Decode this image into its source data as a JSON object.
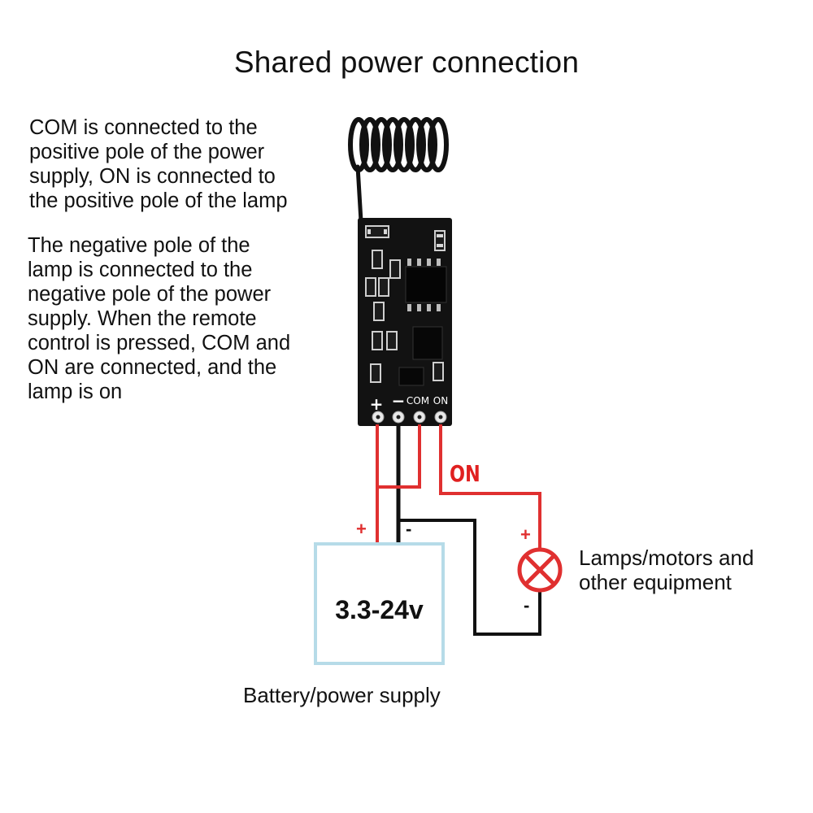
{
  "title": "Shared power connection",
  "description_top": [
    "COM is connected to the",
    "positive pole of the power",
    "supply, ON is connected to",
    "the positive pole of the lamp"
  ],
  "description_bottom": [
    "The negative pole of the",
    "lamp is connected to the",
    "negative pole of the power",
    "supply. When the remote",
    "control is pressed, COM and",
    "ON are connected, and the",
    "lamp is on"
  ],
  "module": {
    "pin_plus": "+",
    "pin_minus": "−",
    "pin_com": "COM",
    "pin_on": "ON"
  },
  "wire_on_label": "ON",
  "battery": {
    "voltage": "3.3-24v",
    "plus": "+",
    "minus": "-",
    "label": "Battery/power supply"
  },
  "load": {
    "plus": "+",
    "minus": "-",
    "label_line1": "Lamps/motors and",
    "label_line2": "other equipment"
  },
  "colors": {
    "wire_positive": "#e03030",
    "wire_negative": "#111111",
    "battery_outline": "#b6dbe8",
    "pcb": "#121212"
  }
}
